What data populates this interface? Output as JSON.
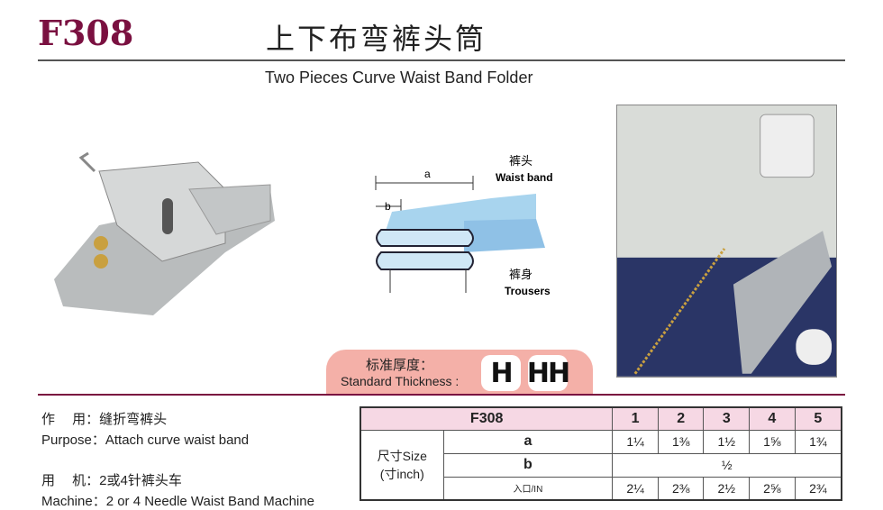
{
  "header": {
    "code": "F308",
    "title_cn": "上下布弯裤头筒",
    "title_en": "Two Pieces Curve Waist Band Folder"
  },
  "diagram": {
    "label_a": "a",
    "label_b": "b",
    "waist_cn": "裤头",
    "waist_en": "Waist band",
    "trousers_cn": "裤身",
    "trousers_en": "Trousers"
  },
  "thickness": {
    "label_cn": "标准厚度：",
    "label_en": "Standard Thickness :",
    "badges": [
      "H",
      "HH"
    ]
  },
  "info": {
    "purpose_cn": "作　 用：缝折弯裤头",
    "purpose_en": "Purpose：Attach curve waist band",
    "machine_cn": "用　 机：2或4针裤头车",
    "machine_en": "Machine：2 or 4 Needle Waist Band Machine"
  },
  "table": {
    "header": "F308",
    "sizes": [
      "1",
      "2",
      "3",
      "4",
      "5"
    ],
    "size_label_cn": "尺寸Size",
    "size_label_unit": "(寸inch)",
    "rows": [
      {
        "label": "a",
        "values": [
          "1¼",
          "1⅜",
          "1½",
          "1⅝",
          "1¾"
        ]
      },
      {
        "label": "b",
        "span_value": "½"
      },
      {
        "label": "入口/IN",
        "values": [
          "2¼",
          "2⅜",
          "2½",
          "2⅝",
          "2¾"
        ]
      }
    ]
  },
  "colors": {
    "brand": "#7a1040",
    "thickness_bg": "#f4b0a8",
    "table_header": "#f6d8e4"
  }
}
